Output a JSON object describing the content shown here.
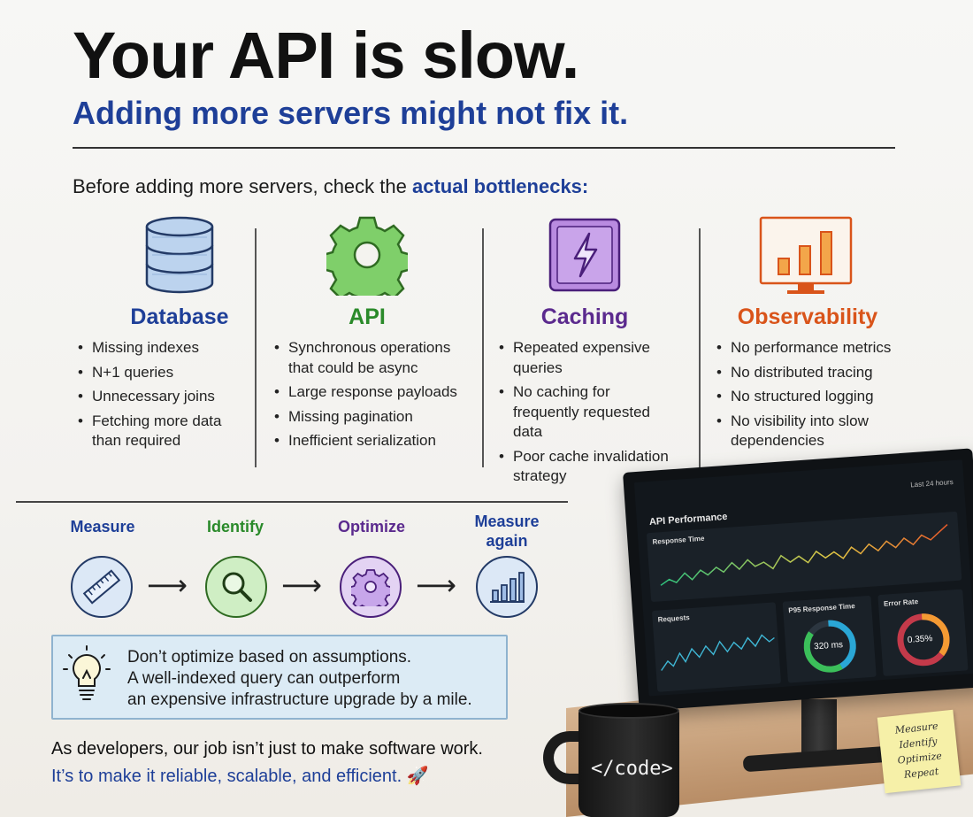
{
  "header": {
    "title": "Your API is slow.",
    "subtitle": "Adding more servers might not fix it."
  },
  "intro": {
    "prefix": "Before adding more servers, check the ",
    "highlight": "actual bottlenecks:"
  },
  "columns": [
    {
      "title": "Database",
      "color": "#1e3f98",
      "icon": "database-icon",
      "items": [
        "Missing indexes",
        "N+1 queries",
        "Unnecessary joins",
        "Fetching more data than required"
      ]
    },
    {
      "title": "API",
      "color": "#2a8a2a",
      "icon": "gear-icon",
      "items": [
        "Synchronous operations that could be async",
        "Large response payloads",
        "Missing pagination",
        "Inefficient serialization"
      ]
    },
    {
      "title": "Caching",
      "color": "#5b2a8e",
      "icon": "lightning-box-icon",
      "items": [
        "Repeated expensive queries",
        "No caching for frequently requested data",
        "Poor cache invalidation strategy"
      ]
    },
    {
      "title": "Observability",
      "color": "#d9541a",
      "icon": "monitor-chart-icon",
      "items": [
        "No performance metrics",
        "No distributed tracing",
        "No structured logging",
        "No visibility into slow dependencies"
      ]
    }
  ],
  "steps": [
    {
      "label": "Measure",
      "color": "#1e3f98",
      "icon": "ruler-icon"
    },
    {
      "label": "Identify",
      "color": "#2a8a2a",
      "icon": "magnifier-icon"
    },
    {
      "label": "Optimize",
      "color": "#5b2a8e",
      "icon": "gear-icon"
    },
    {
      "label": "Measure again",
      "color": "#1e3f98",
      "icon": "bar-chart-icon"
    }
  ],
  "tip": {
    "line1": "Don’t optimize based on assumptions.",
    "line2": "A well-indexed query can outperform",
    "line3": "an expensive infrastructure upgrade by a mile."
  },
  "closing": {
    "line1": "As developers, our job isn’t just to make software work.",
    "line2": "It’s to make it reliable, scalable, and efficient. 🚀"
  },
  "dashboard": {
    "title": "API Performance",
    "range": "Last 24 hours",
    "response_time": "Response Time",
    "requests": "Requests",
    "p95_label": "P95 Response Time",
    "p95_value": "320 ms",
    "error_label": "Error Rate",
    "error_value": "0.35%"
  },
  "mug": {
    "text": "</code>"
  },
  "sticky": [
    "Measure",
    "Identify",
    "Optimize",
    "Repeat"
  ]
}
